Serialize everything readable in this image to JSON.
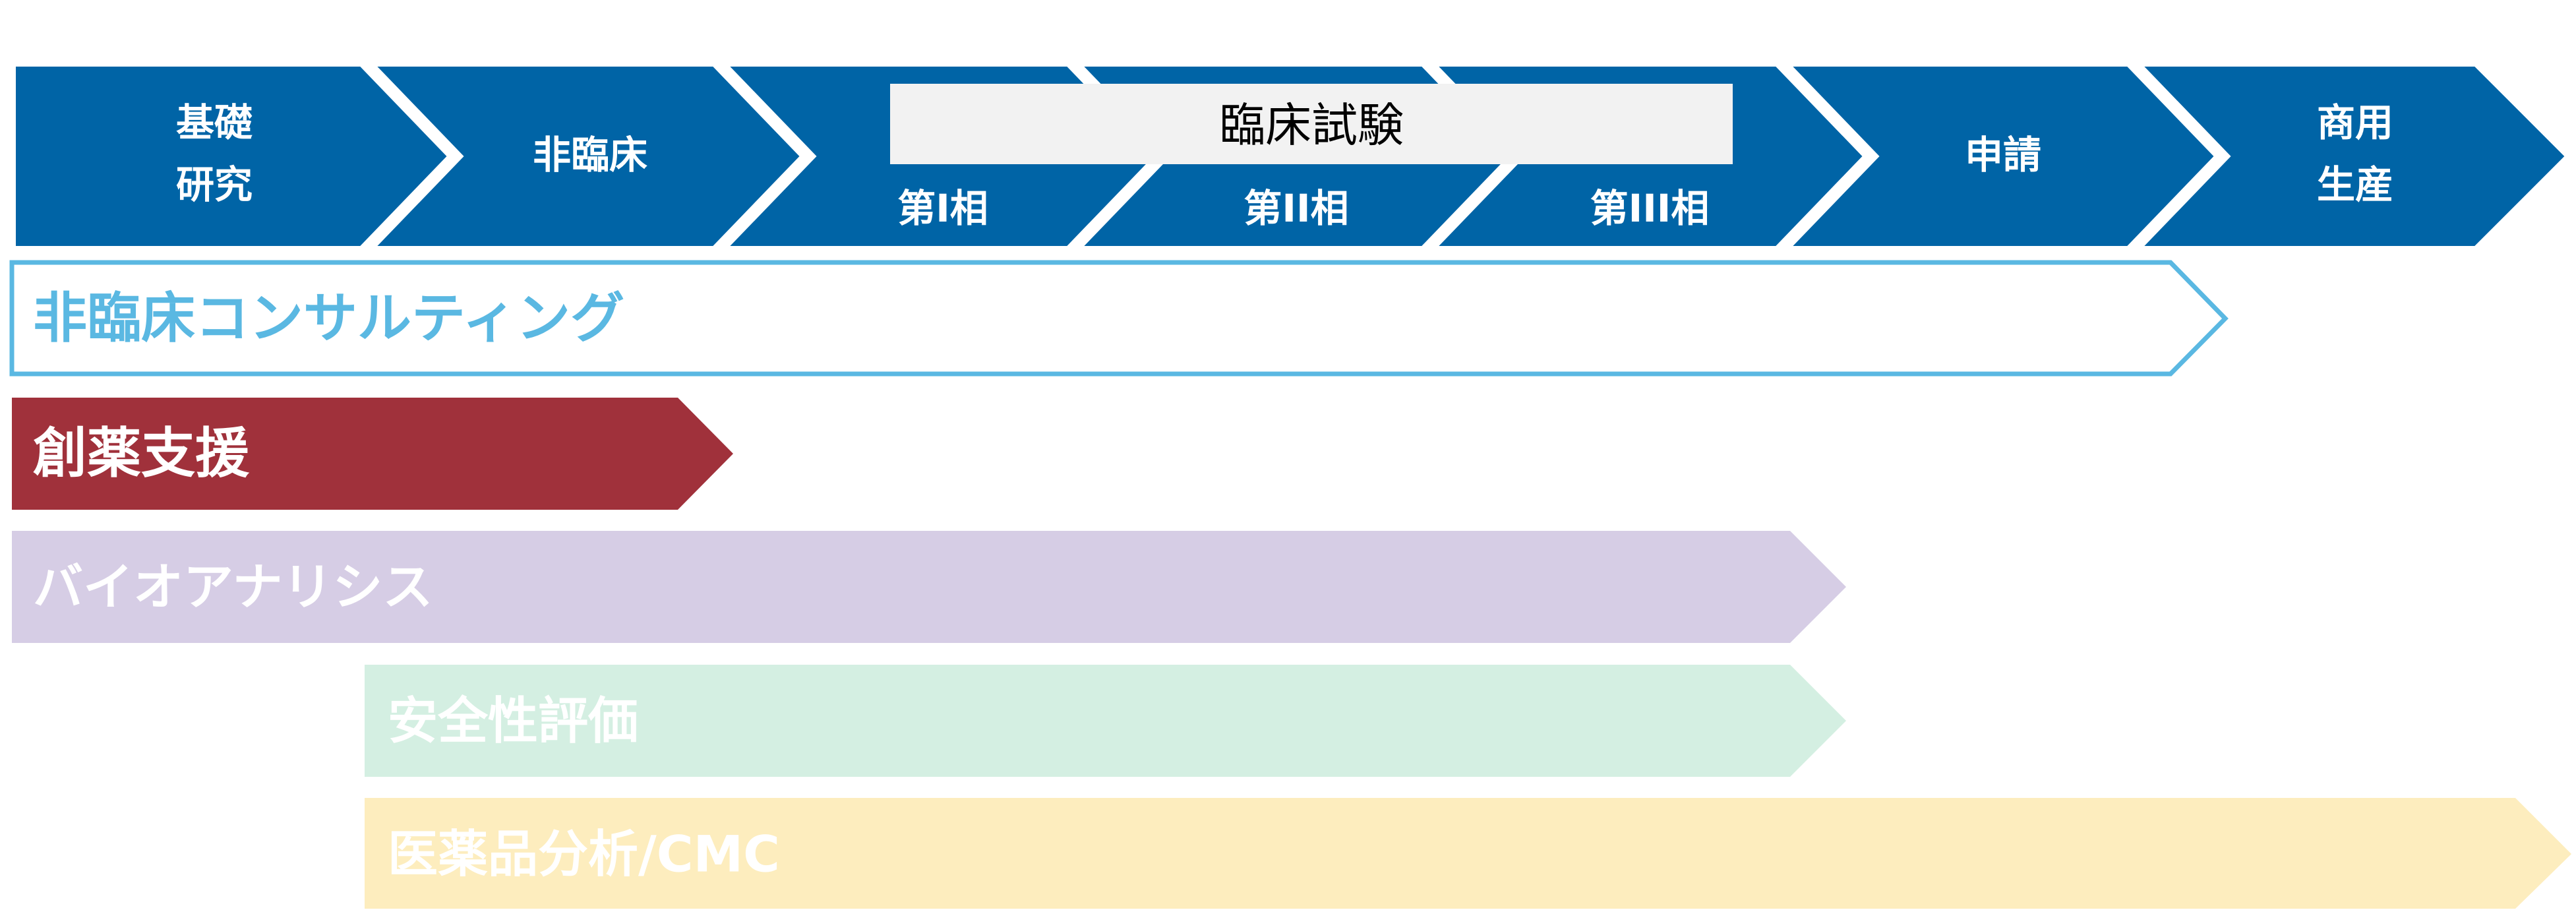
{
  "phases": [
    {
      "lines": [
        "基礎",
        "研究"
      ]
    },
    {
      "lines": [
        "非臨床"
      ]
    },
    {
      "lines": [
        "第I相"
      ]
    },
    {
      "lines": [
        "第II相"
      ]
    },
    {
      "lines": [
        "第III相"
      ]
    },
    {
      "lines": [
        "申請"
      ]
    },
    {
      "lines": [
        "商用",
        "生産"
      ]
    }
  ],
  "clinical_trial_label": "臨床試験",
  "services": [
    {
      "label": "非臨床コンサルティング",
      "style": "outline",
      "color": "#5ab8e2"
    },
    {
      "label": "創薬支援",
      "style": "fill",
      "color": "#a0313b",
      "text_color": "#ffffff"
    },
    {
      "label": "バイオアナリシス",
      "style": "fill",
      "color": "#d6cde5",
      "text_color": "#ffffff"
    },
    {
      "label": "安全性評価",
      "style": "fill",
      "color": "#d4efe2",
      "text_color": "#ffffff"
    },
    {
      "label": "医薬品分析/CMC",
      "style": "fill",
      "color": "#fdedbe",
      "text_color": "#ffffff"
    }
  ],
  "colors": {
    "phase_fill": "#0064a6",
    "phase_text": "#ffffff",
    "clinical_box_fill": "#f2f2f2",
    "clinical_box_text": "#000000"
  }
}
